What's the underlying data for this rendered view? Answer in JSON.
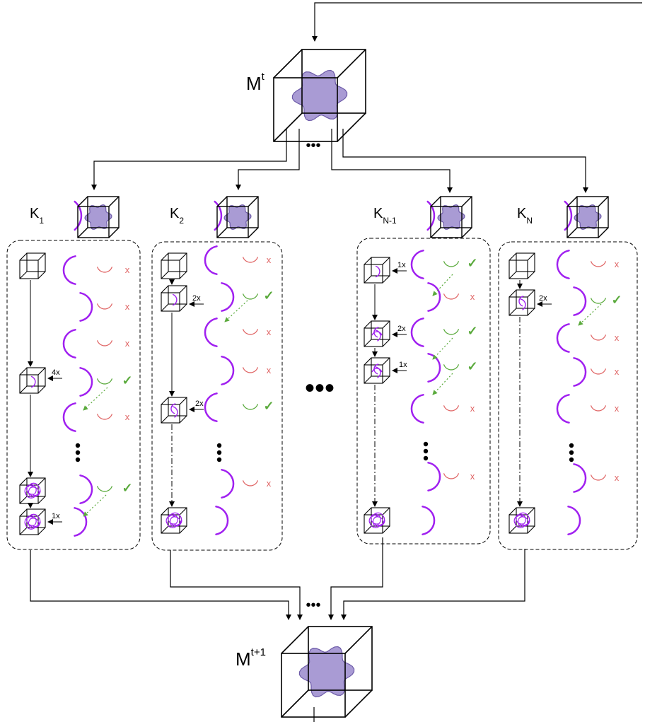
{
  "labels": {
    "model_top": {
      "base": "M",
      "sup": "t"
    },
    "model_bottom": {
      "base": "M",
      "sup": "t+1"
    },
    "ellipsis": "•••"
  },
  "columns": [
    {
      "kernel": {
        "base": "K",
        "sub": "1"
      },
      "mults": [
        "4x",
        "1x"
      ],
      "rows": [
        {
          "pair": "red",
          "mark": "x"
        },
        {
          "pair": "red",
          "mark": "x"
        },
        {
          "pair": "red",
          "mark": "x"
        },
        {
          "pair": "green",
          "mark": "✓"
        },
        {
          "pair": "red",
          "mark": "x"
        },
        {
          "pair": "green",
          "mark": "✓"
        }
      ]
    },
    {
      "kernel": {
        "base": "K",
        "sub": "2"
      },
      "mults": [
        "2x",
        "2x"
      ],
      "rows": [
        {
          "pair": "red",
          "mark": "x"
        },
        {
          "pair": "green",
          "mark": "✓"
        },
        {
          "pair": "red",
          "mark": "x"
        },
        {
          "pair": "red",
          "mark": "x"
        },
        {
          "pair": "green",
          "mark": "✓"
        },
        {
          "pair": "red",
          "mark": "x"
        }
      ]
    },
    {
      "kernel": {
        "base": "K",
        "sub": "N-1"
      },
      "mults": [
        "1x",
        "2x",
        "1x"
      ],
      "rows": [
        {
          "pair": "green",
          "mark": "✓"
        },
        {
          "pair": "red",
          "mark": "x"
        },
        {
          "pair": "green",
          "mark": "✓"
        },
        {
          "pair": "green",
          "mark": "✓"
        },
        {
          "pair": "red",
          "mark": "x"
        },
        {
          "pair": "red",
          "mark": "x"
        }
      ]
    },
    {
      "kernel": {
        "base": "K",
        "sub": "N"
      },
      "mults": [
        "2x"
      ],
      "rows": [
        {
          "pair": "red",
          "mark": "x"
        },
        {
          "pair": "green",
          "mark": "✓"
        },
        {
          "pair": "red",
          "mark": "x"
        },
        {
          "pair": "red",
          "mark": "x"
        },
        {
          "pair": "red",
          "mark": "x"
        },
        {
          "pair": "red",
          "mark": "x"
        }
      ]
    }
  ],
  "colors": {
    "purple": "#a020f0",
    "green": "#5aaa3c",
    "red": "#e06666",
    "blob_fill": "#a99bd4",
    "blob_stroke": "#6d5ba8",
    "line": "#000000"
  },
  "icons": [
    "cube-icon",
    "blob-shape-icon",
    "arc-kernel-icon",
    "check-icon",
    "cross-icon",
    "arrow-icon"
  ]
}
